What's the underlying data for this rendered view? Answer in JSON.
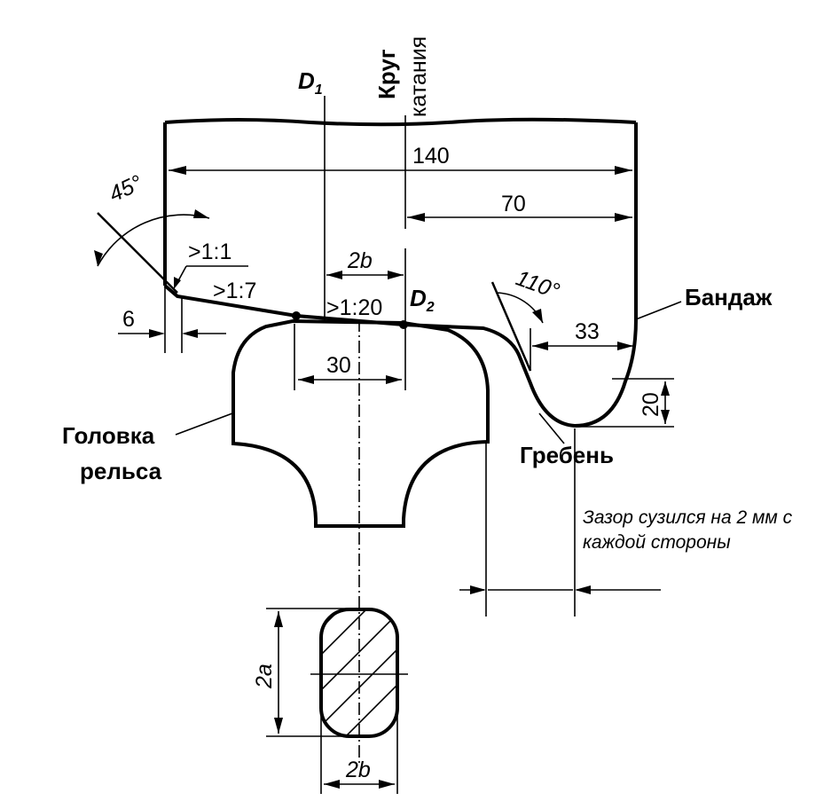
{
  "labels": {
    "krug": "Круг",
    "kataniya": "катания",
    "bandazh": "Бандаж",
    "greben": "Гребень",
    "golovka": "Головка",
    "relsa": "рельса",
    "d1": "D",
    "d1_sub": "1",
    "d2": "D",
    "d2_sub": "2"
  },
  "dimensions": {
    "width_140": "140",
    "width_70": "70",
    "width_33": "33",
    "height_20": "20",
    "width_6": "6",
    "width_30": "30",
    "span_2b_top": "2b",
    "span_2b_bottom": "2b",
    "span_2a": "2a"
  },
  "slopes": {
    "s1_1": ">1:1",
    "s1_7": ">1:7",
    "s1_20": ">1:20"
  },
  "angles": {
    "a45": "45°",
    "a110": "110°"
  },
  "note": "Зазор сузился на 2 мм с каждой стороны"
}
